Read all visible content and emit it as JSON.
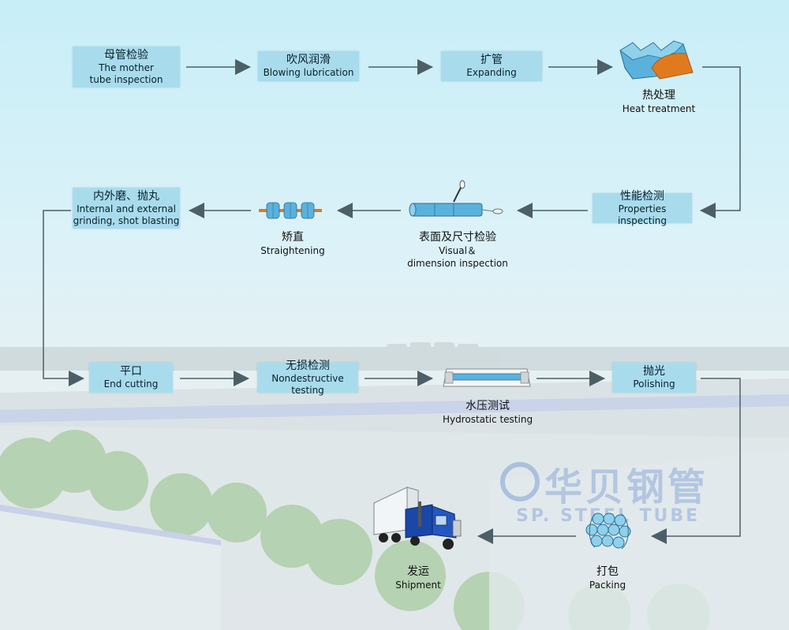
{
  "steps": {
    "mother": {
      "zh": "母管检验",
      "en1": "The mother",
      "en2": "tube inspection"
    },
    "blowing": {
      "zh": "吹风润滑",
      "en": "Blowing lubrication"
    },
    "expanding": {
      "zh": "扩管",
      "en": "Expanding"
    },
    "heat": {
      "zh": "热处理",
      "en": "Heat treatment"
    },
    "properties": {
      "zh": "性能检测",
      "en": "Properties inspecting"
    },
    "visual": {
      "zh": "表面及尺寸检验",
      "en1": "Visual＆",
      "en2": "dimension inspection"
    },
    "straight": {
      "zh": "矫直",
      "en": "Straightening"
    },
    "grinding": {
      "zh": "内外磨、抛丸",
      "en1": "Internal and external",
      "en2": "grinding, shot blasting"
    },
    "endcut": {
      "zh": "平口",
      "en": "End cutting"
    },
    "ndt": {
      "zh": "无损检测",
      "en": "Nondestructive testing"
    },
    "hydro": {
      "zh": "水压测试",
      "en": "Hydrostatic testing"
    },
    "polish": {
      "zh": "抛光",
      "en": "Polishing"
    },
    "packing": {
      "zh": "打包",
      "en": "Packing"
    },
    "shipment": {
      "zh": "发运",
      "en": "Shipment"
    }
  },
  "watermark": {
    "zh": "华贝钢管",
    "en": "SP. STEEL TUBE"
  },
  "colors": {
    "box": "#a8dced",
    "arrow": "#4d5f66",
    "pipe": "#4aa8d8",
    "accent": "#e07a1e",
    "truck": "#1a47a8"
  }
}
